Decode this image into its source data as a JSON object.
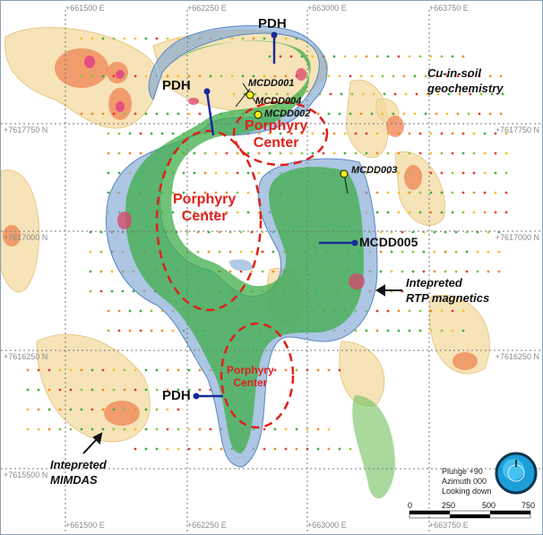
{
  "grid": {
    "easting_labels": [
      "+661500 E",
      "+662250 E",
      "+663000 E",
      "+663750 E"
    ],
    "northing_labels": [
      "+7617750 N",
      "+7617000 N",
      "+7616250 N",
      "+7615500 N"
    ]
  },
  "annotations": {
    "pdh_labels": [
      "PDH",
      "PDH",
      "PDH"
    ],
    "drillholes": [
      "MCDD001",
      "MCDD004",
      "MCDD002",
      "MCDD003",
      "MCDD005"
    ],
    "porphyry_centers": [
      {
        "line1": "Porphyry",
        "line2": "Center"
      },
      {
        "line1": "Porphyry",
        "line2": "Center"
      },
      {
        "line1": "Porphyry",
        "line2": "Center"
      }
    ],
    "cu_in_soil": {
      "line1": "Cu-in-soil",
      "line2": "geochemistry"
    },
    "rtp": {
      "line1": "Intepreted",
      "line2": "RTP magnetics"
    },
    "mimdas": {
      "line1": "Intepreted",
      "line2": "MIMDAS"
    }
  },
  "view": {
    "plunge": "Plunge +90",
    "azimuth": "Azimuth 000",
    "looking": "Looking down"
  },
  "scale_bar": {
    "ticks": [
      "0",
      "250",
      "500",
      "750"
    ]
  },
  "colors": {
    "porphyry": "#e0201a",
    "pdh": "#1a2a9a",
    "drillhole_marker": "#f5ee1a",
    "magnetics": "#3fae4a",
    "mimdas": "#f3d9a0"
  }
}
